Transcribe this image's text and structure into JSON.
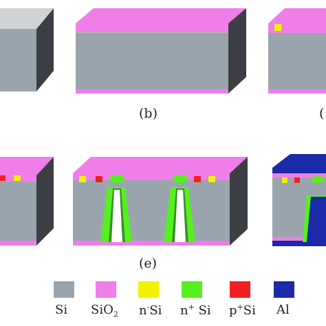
{
  "colors": {
    "si_front": "#9aa4ad",
    "si_side": "#3b3f44",
    "sio2": "#f07ee8",
    "nminus": "#f3f000",
    "nplus": "#55f020",
    "pplus": "#f02020",
    "al": "#1a2aa8"
  },
  "captions": {
    "b": "(b)",
    "c_partial": "(",
    "e": "(e)"
  },
  "legend": {
    "si": "Si",
    "sio2_base": "SiO",
    "sio2_sub": "2",
    "nminus_base": "Si",
    "nminus_sup": "-",
    "nminus_prefix": "n",
    "nplus_prefix": "n",
    "nplus_sup": "+",
    "nplus_base": " Si",
    "pplus_prefix": "p",
    "pplus_sup": "+",
    "pplus_base": "Si",
    "al": "Al"
  }
}
